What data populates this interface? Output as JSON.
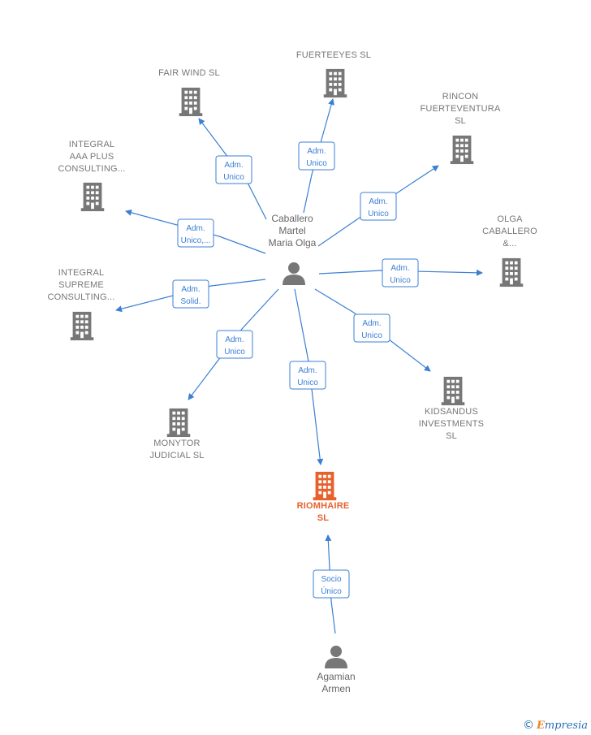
{
  "colors": {
    "edge": "#3b7fd4",
    "company": "#777777",
    "main_company": "#e8602c",
    "person": "#777777"
  },
  "companies": [
    {
      "id": "fairwind",
      "lines": [
        "FAIR WIND  SL"
      ],
      "main": false
    },
    {
      "id": "fuerteeyes",
      "lines": [
        "FUERTEEYES SL"
      ],
      "main": false
    },
    {
      "id": "rincon",
      "lines": [
        "RINCON",
        "FUERTEVENTURA",
        "SL"
      ],
      "main": false
    },
    {
      "id": "integral-aaa",
      "lines": [
        "INTEGRAL",
        "AAA PLUS",
        "CONSULTING..."
      ],
      "main": false
    },
    {
      "id": "olga",
      "lines": [
        "OLGA",
        "CABALLERO",
        "&..."
      ],
      "main": false
    },
    {
      "id": "integral-supreme",
      "lines": [
        "INTEGRAL",
        "SUPREME",
        "CONSULTING..."
      ],
      "main": false
    },
    {
      "id": "kidsandus",
      "lines": [
        "KIDSANDUS",
        "INVESTMENTS",
        "SL"
      ],
      "main": false
    },
    {
      "id": "monytor",
      "lines": [
        "MONYTOR",
        "JUDICIAL  SL"
      ],
      "main": false
    },
    {
      "id": "riomhaire",
      "lines": [
        "RIOMHAIRE",
        "SL"
      ],
      "main": true
    }
  ],
  "persons": [
    {
      "id": "caballero",
      "lines": [
        "Caballero",
        "Martel",
        "Maria Olga"
      ]
    },
    {
      "id": "agamian",
      "lines": [
        "Agamian",
        "Armen"
      ]
    }
  ],
  "edges": [
    {
      "from": "caballero",
      "to": "fairwind",
      "label": [
        "Adm.",
        "Unico"
      ]
    },
    {
      "from": "caballero",
      "to": "fuerteeyes",
      "label": [
        "Adm.",
        "Unico"
      ]
    },
    {
      "from": "caballero",
      "to": "rincon",
      "label": [
        "Adm.",
        "Unico"
      ]
    },
    {
      "from": "caballero",
      "to": "integral-aaa",
      "label": [
        "Adm.",
        "Unico,..."
      ]
    },
    {
      "from": "caballero",
      "to": "olga",
      "label": [
        "Adm.",
        "Unico"
      ]
    },
    {
      "from": "caballero",
      "to": "integral-supreme",
      "label": [
        "Adm.",
        "Solid."
      ]
    },
    {
      "from": "caballero",
      "to": "kidsandus",
      "label": [
        "Adm.",
        "Unico"
      ]
    },
    {
      "from": "caballero",
      "to": "monytor",
      "label": [
        "Adm.",
        "Unico"
      ]
    },
    {
      "from": "caballero",
      "to": "riomhaire",
      "label": [
        "Adm.",
        "Unico"
      ]
    },
    {
      "from": "agamian",
      "to": "riomhaire",
      "label": [
        "Socio",
        "Único"
      ]
    }
  ],
  "brand": {
    "copyright": "©",
    "first": "E",
    "rest": "mpresia"
  }
}
